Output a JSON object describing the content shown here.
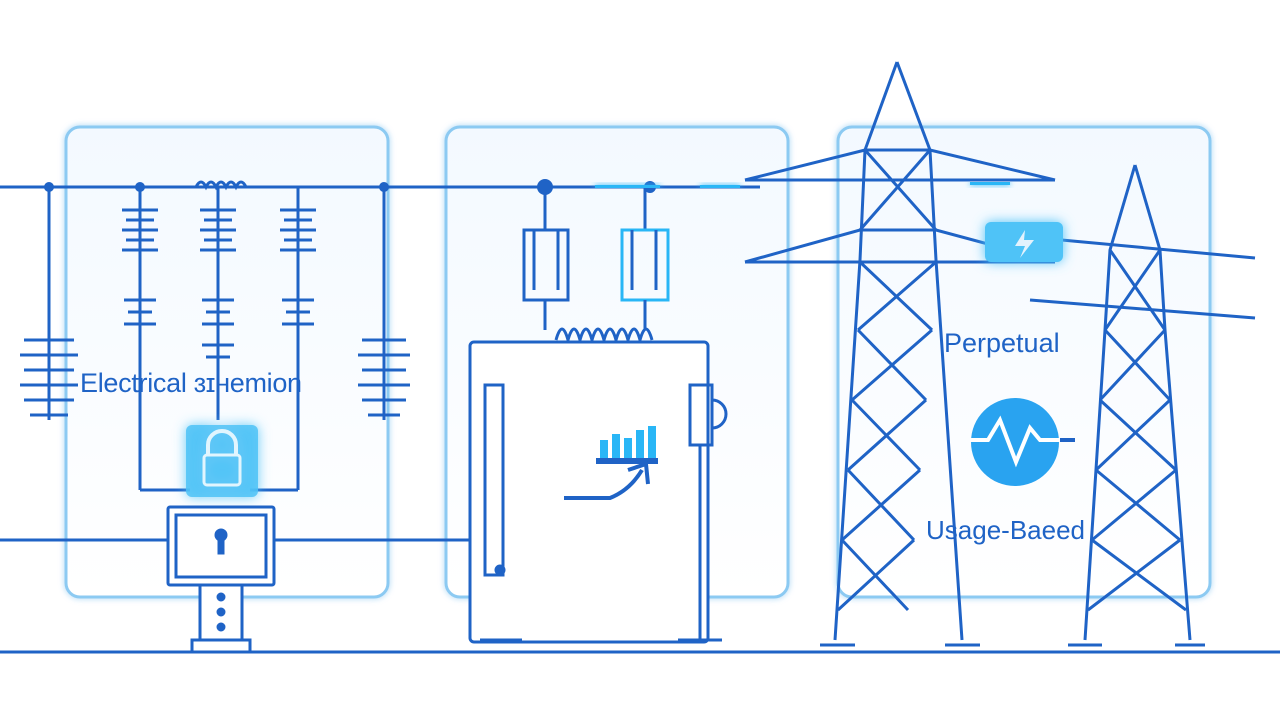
{
  "panels": {
    "left": {
      "label": "Electrical ɜɪʜemion"
    },
    "middle": {},
    "right": {
      "top_label": "Perpetual",
      "bottom_label": "Usage-Baeed"
    }
  },
  "icons": {
    "padlock": "lock-icon",
    "meter_lock": "keyhole-icon",
    "growth_chart": "chart-growth-icon",
    "power_badge": "lightning-icon",
    "wave_circle": "sine-wave-icon"
  },
  "colors": {
    "line_blue": "#1f63c6",
    "accent_cyan": "#29b6f6",
    "panel_border": "#8ccaf2",
    "glow": "#4fc3f7"
  }
}
